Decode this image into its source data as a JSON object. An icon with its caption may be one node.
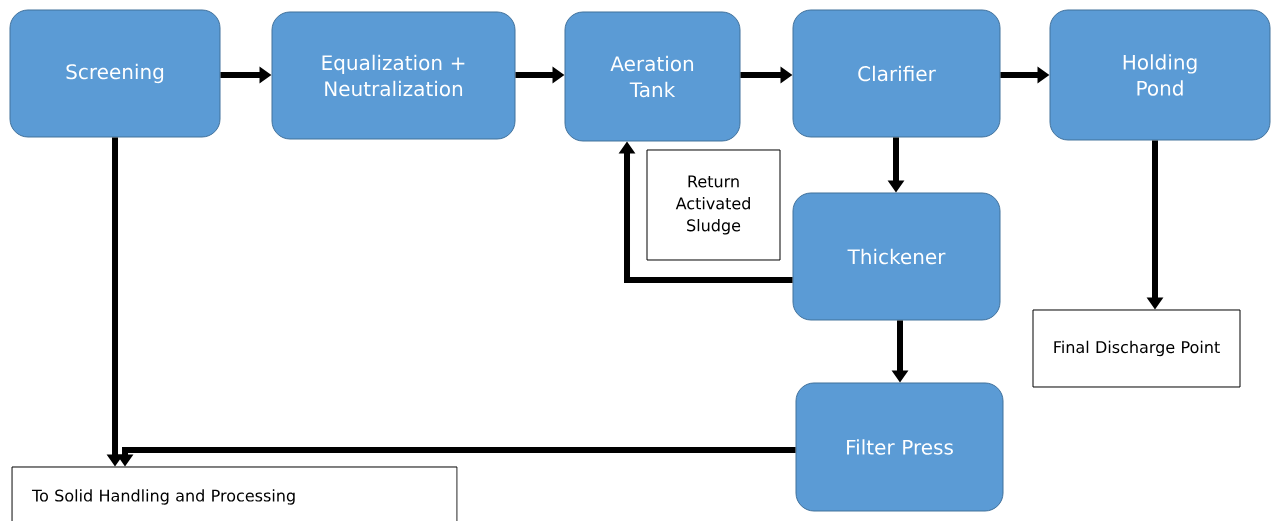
{
  "diagram": {
    "nodes": [
      {
        "text": [
          "Screening"
        ]
      },
      {
        "text": [
          "Equalization + Neutralization"
        ]
      },
      {
        "text": [
          "Aeration Tank"
        ]
      },
      {
        "text": [
          "Clarifier"
        ]
      },
      {
        "text": [
          "Holding Pond"
        ]
      },
      {
        "text": [
          "Return Activated Sludge"
        ]
      },
      {
        "text": [
          "Thickener"
        ]
      },
      {
        "text": [
          "Final Discharge Point"
        ]
      },
      {
        "text": [
          "Filter Press"
        ]
      },
      {
        "text": [
          "To Solid Handling and Processing"
        ]
      }
    ],
    "edges": [
      {
        "from": 0,
        "to": 1,
        "arrow": "to"
      },
      {
        "from": 1,
        "to": 2,
        "arrow": "to"
      },
      {
        "from": 2,
        "to": 3,
        "arrow": "to"
      },
      {
        "from": 3,
        "to": 4,
        "arrow": "to"
      },
      {
        "from": 3,
        "to": 6,
        "arrow": "to"
      },
      {
        "from": 6,
        "to": 2,
        "arrow": "to"
      },
      {
        "from": 4,
        "to": 7,
        "arrow": "to"
      },
      {
        "from": 6,
        "to": 8,
        "arrow": "to"
      },
      {
        "from": 0,
        "to": 9,
        "arrow": "to"
      },
      {
        "from": 8,
        "to": 9,
        "arrow": "to"
      }
    ]
  }
}
